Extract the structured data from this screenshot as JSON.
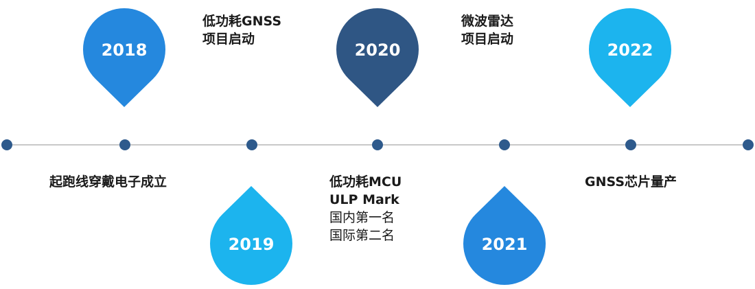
{
  "colors": {
    "line": "#c8c8c8",
    "dot": "#2e5a8c",
    "medium_blue": "#2588de",
    "light_blue": "#1cb4ee",
    "dark_blue": "#2f5684"
  },
  "timeline": {
    "milestones": [
      {
        "year": "2018",
        "color": "medium_blue",
        "captions": [
          {
            "text": "低功耗GNSS",
            "bold": true
          },
          {
            "text": "项目启动",
            "bold": true
          }
        ],
        "below_caption": [
          {
            "text": "起跑线穿戴电子成立",
            "bold": true
          }
        ]
      },
      {
        "year": "2019",
        "color": "light_blue",
        "captions": []
      },
      {
        "year": "2020",
        "color": "dark_blue",
        "captions": [
          {
            "text": "微波雷达",
            "bold": true
          },
          {
            "text": "项目启动",
            "bold": true
          }
        ],
        "below_caption": [
          {
            "text": "低功耗MCU",
            "bold": true
          },
          {
            "text": "ULP Mark",
            "bold": true
          },
          {
            "text": "国内第一名",
            "bold": false
          },
          {
            "text": "国际第二名",
            "bold": false
          }
        ]
      },
      {
        "year": "2021",
        "color": "medium_blue",
        "captions": []
      },
      {
        "year": "2022",
        "color": "light_blue",
        "captions": [],
        "below_caption": [
          {
            "text": "GNSS芯片量产",
            "bold": true
          }
        ]
      }
    ]
  }
}
